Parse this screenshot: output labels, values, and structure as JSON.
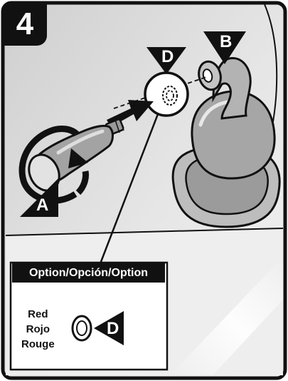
{
  "step": {
    "number": "4"
  },
  "callouts": {
    "a": "A",
    "b": "B",
    "d_main": "D",
    "d_inset": "D"
  },
  "inset": {
    "title": "Option/Opción/Option",
    "color_en": "Red",
    "color_es": "Rojo",
    "color_fr": "Rouge"
  },
  "colors": {
    "line": "#111111",
    "wall": "#d9d9d9",
    "panel": "#ffffff"
  }
}
